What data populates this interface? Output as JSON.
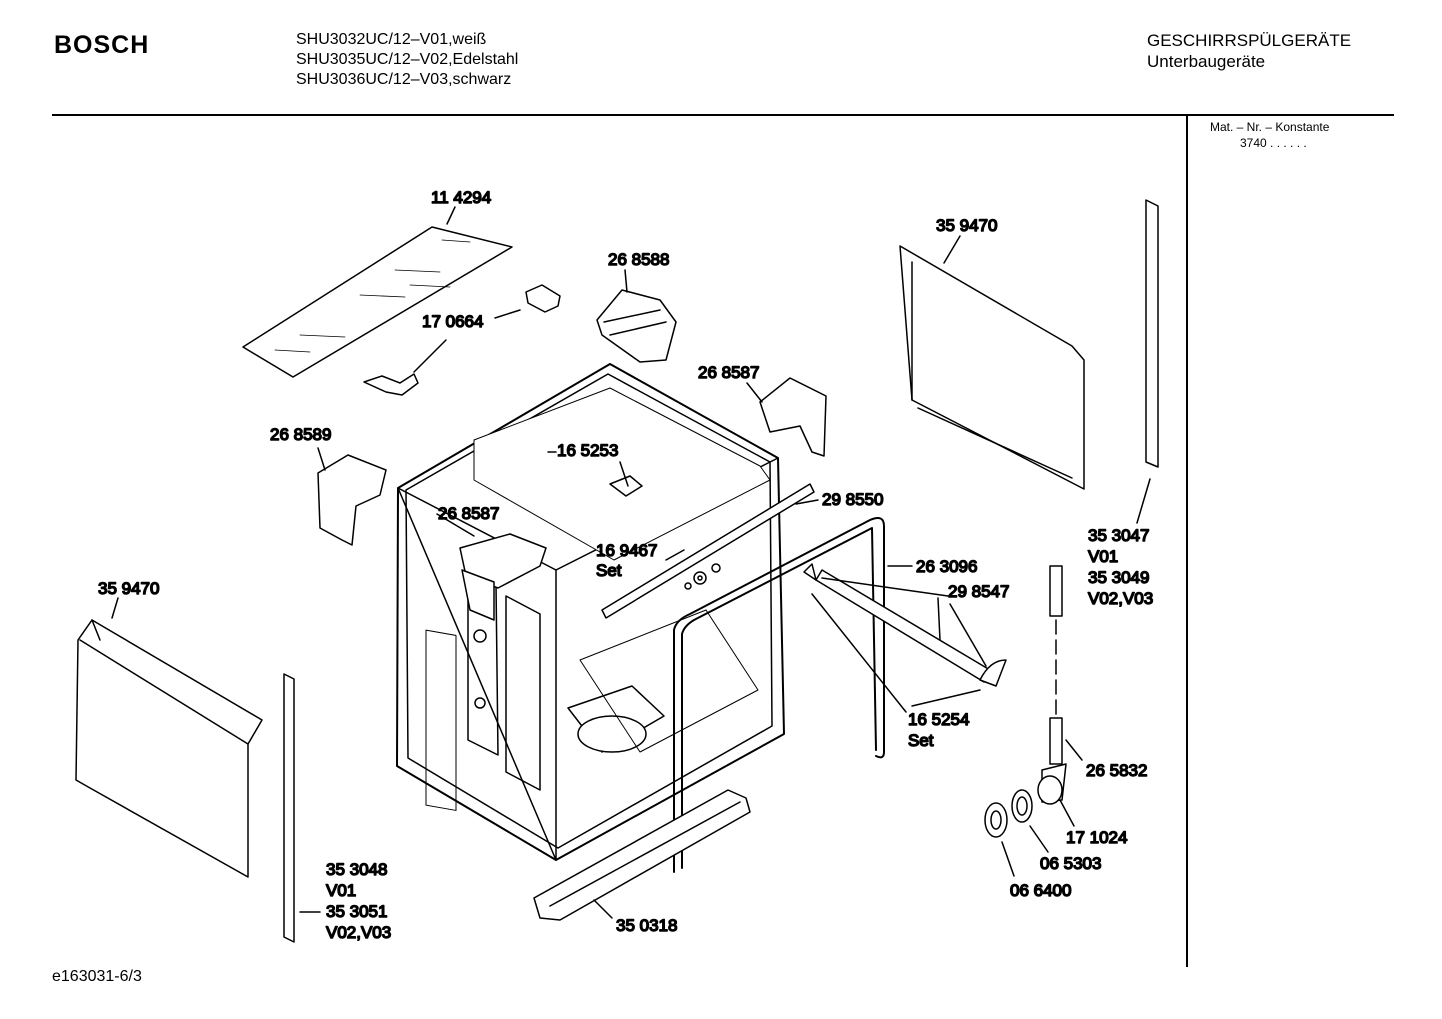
{
  "header": {
    "brand": "BOSCH",
    "models": [
      "SHU3032UC/12–V01,weiß",
      "SHU3035UC/12–V02,Edelstahl",
      "SHU3036UC/12–V03,schwarz"
    ],
    "category": "GESCHIRRSPÜLGERÄTE",
    "subcategory": "Unterbaugeräte"
  },
  "sidebar": {
    "mat_label": "Mat. – Nr. – Konstante",
    "mat_value": "3740 . .  . . . ."
  },
  "footer": {
    "code": "e163031-6/3"
  },
  "parts": {
    "p114294": "11 4294",
    "p268588": "26 8588",
    "p170664": "17 0664",
    "p359470_top": "35 9470",
    "p268587_a": "26 8587",
    "p268589": "26 8589",
    "p165253": "16 5253",
    "p298550": "29 8550",
    "p268587_b": "26 8587",
    "p169467": "16 9467",
    "p169467_note": "Set",
    "p263096": "26 3096",
    "p298547": "29 8547",
    "p353047": "35 3047",
    "p353047_note": "V01",
    "p353049": "35 3049",
    "p353049_note": "V02,V03",
    "p359470_left": "35 9470",
    "p165254": "16 5254",
    "p165254_note": "Set",
    "p265832": "26 5832",
    "p171024": "17 1024",
    "p065303": "06 5303",
    "p066400": "06 6400",
    "p353048": "35 3048",
    "p353048_note": "V01",
    "p353051": "35 3051",
    "p353051_note": "V02,V03",
    "p350318": "35 0318"
  }
}
